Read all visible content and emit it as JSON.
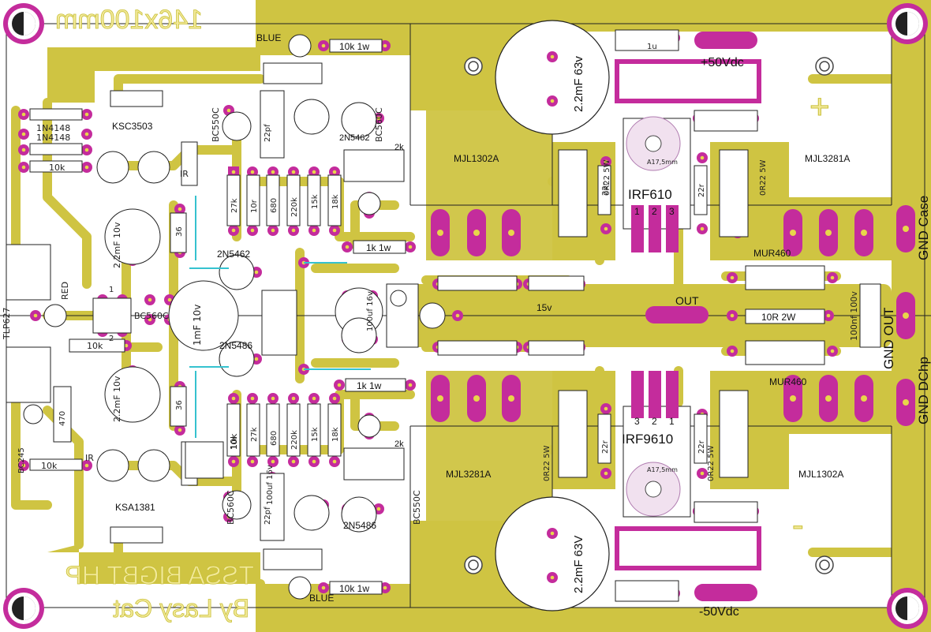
{
  "colors": {
    "copper": "#cfc442",
    "copper_dark": "#b5aa2c",
    "pad": "#c42c9c",
    "pad_center": "#e8d64a",
    "silk": "#1a1a1a",
    "board": "#ffffff",
    "jumper": "#35c2cf"
  },
  "board": {
    "size_title": "146x100mm",
    "project_line1": "TSSA BIGBT HP",
    "project_line2": "By Lasy Cat"
  },
  "labels": {
    "plus_50": "+50Vdc",
    "minus_50": "-50Vdc",
    "plus_sign": "+",
    "minus_sign": "-",
    "gnd_case": "GND Case",
    "gnd_out": "GND OUT",
    "gnd_dchp": "GND DChp",
    "out": "OUT",
    "v15": "15v",
    "mur_top": "MUR460",
    "mur_bot": "MUR460",
    "res_10r": "10R 2W",
    "cap_100nf": "100nf 100v",
    "cap_1u": "1u",
    "blue_top": "BLUE",
    "blue_bot": "BLUE",
    "res_10k1w_top": "10k 1w",
    "res_10k1w_bot": "10k 1w",
    "res_1k1w_top": "1k 1w",
    "res_1k1w_bot": "1k 1w",
    "mjl1302a_top": "MJL1302A",
    "mjl3281a_top": "MJL3281A",
    "mjl3281a_bot": "MJL3281A",
    "mjl1302a_bot": "MJL1302A",
    "irf610": "IRF610",
    "irf9610": "IRF9610",
    "pins_top": "1 2 3",
    "pins_bot": "3 2 1",
    "heatsink_top": "A17,5mm",
    "heatsink_bot": "A17,5mm",
    "cap_22mf_top": "2.2mF 63v",
    "cap_22mf_bot": "2.2mF 63V",
    "r_022_a": "0R22 5W",
    "r_022_b": "0R22 5W",
    "r_022_c": "0R22 5W",
    "r_022_d": "0R22 5W",
    "r_22r_a": "22r",
    "r_22r_b": "22r",
    "r_22r_c": "22r",
    "r_22r_d": "22r",
    "ksc3503": "KSC3503",
    "ksa1381": "KSA1381",
    "bc550c_top": "BC550C",
    "bc560c_top": "BC560C",
    "bc560c_bot": "BC560C",
    "bc550c_bot": "BC550C",
    "bc560c_mid": "BC560C",
    "n2n5462_a": "2N5462",
    "n2n5462_b": "2N5462",
    "n2n5486_a": "2N5486",
    "n2n5486_b": "2N5486",
    "n4148_a": "1N4148",
    "n4148_b": "1N4148",
    "r10k_a": "10k",
    "r10k_b": "10k",
    "r10k_c": "10k",
    "r10k_d": "10k",
    "cap_22mf10v_top": "2.2mF 10v",
    "cap_22mf10v_bot": "2.2mF 10v",
    "cap_1mf10v": "1mF 10v",
    "cap_22pf_top": "22pf",
    "cap_22pf_bot": "22pf",
    "cap_100uf16v_top": "100uf 16v",
    "cap_100uf16v_bot": "100uf 16v",
    "r27k_a": "27k",
    "r27k_b": "27k",
    "r10r_a": "10r",
    "r10r_b": "10r",
    "r680_a": "680",
    "r680_b": "680",
    "r220k_a": "220k",
    "r220k_b": "220k",
    "r15k_a": "15k",
    "r15k_b": "15k",
    "r18k_a": "18k",
    "r18k_b": "18k",
    "r36_a": "36",
    "r36_b": "36",
    "r470": "470",
    "trim_2k_a": "2k",
    "trim_2k_b": "2k",
    "tlp627": "TLP627",
    "red": "RED",
    "bc245": "BC245",
    "ir_a": "IR",
    "ir_b": "IR",
    "q_a": "1",
    "q_b": "2"
  }
}
